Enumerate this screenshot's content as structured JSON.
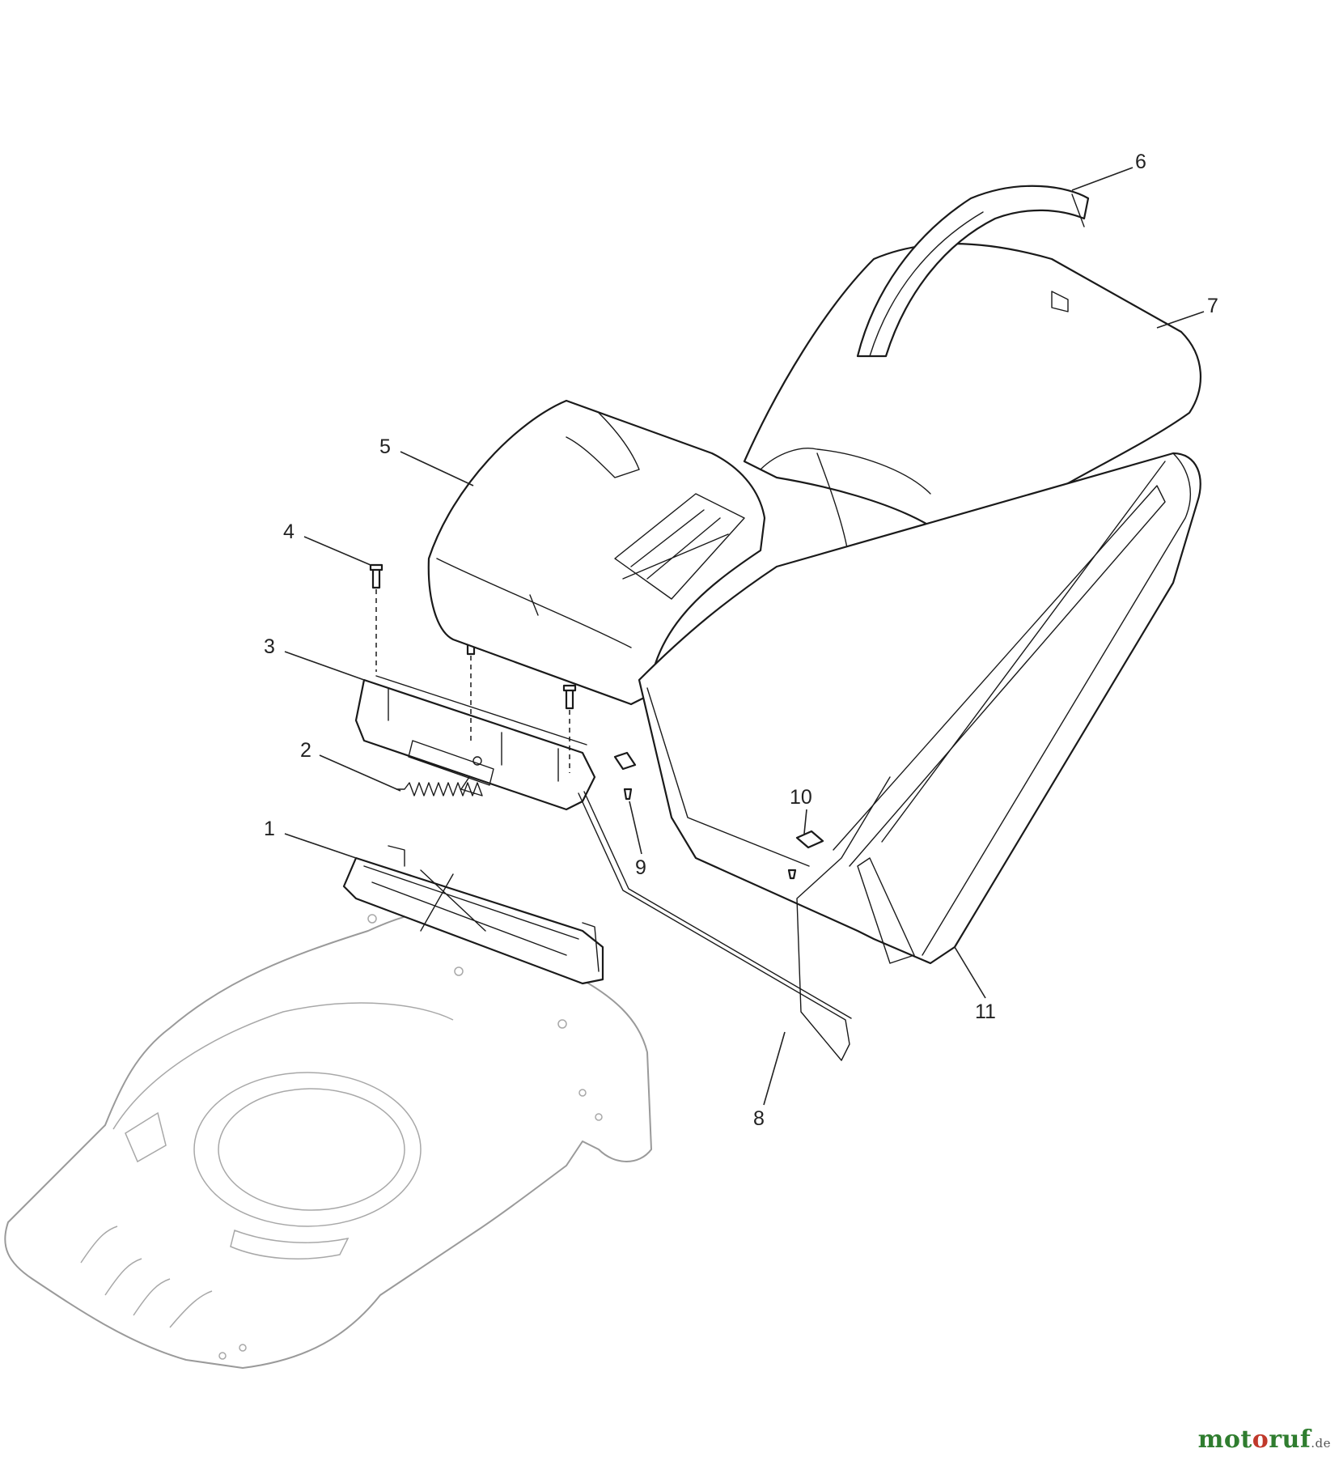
{
  "diagram": {
    "callouts": [
      {
        "id": "1",
        "label": "1"
      },
      {
        "id": "2",
        "label": "2"
      },
      {
        "id": "3",
        "label": "3"
      },
      {
        "id": "4",
        "label": "4"
      },
      {
        "id": "5",
        "label": "5"
      },
      {
        "id": "6",
        "label": "6"
      },
      {
        "id": "7",
        "label": "7"
      },
      {
        "id": "8",
        "label": "8"
      },
      {
        "id": "9",
        "label": "9"
      },
      {
        "id": "10",
        "label": "10"
      },
      {
        "id": "11",
        "label": "11"
      }
    ]
  },
  "watermark": {
    "part_a": "mot",
    "part_b": "o",
    "part_c": "ruf",
    "tld": ".de"
  },
  "colors": {
    "line": "#1a1a1a",
    "deck": "#9a9a9a",
    "brand_green": "#2f7d2f",
    "brand_red": "#c0392b"
  }
}
